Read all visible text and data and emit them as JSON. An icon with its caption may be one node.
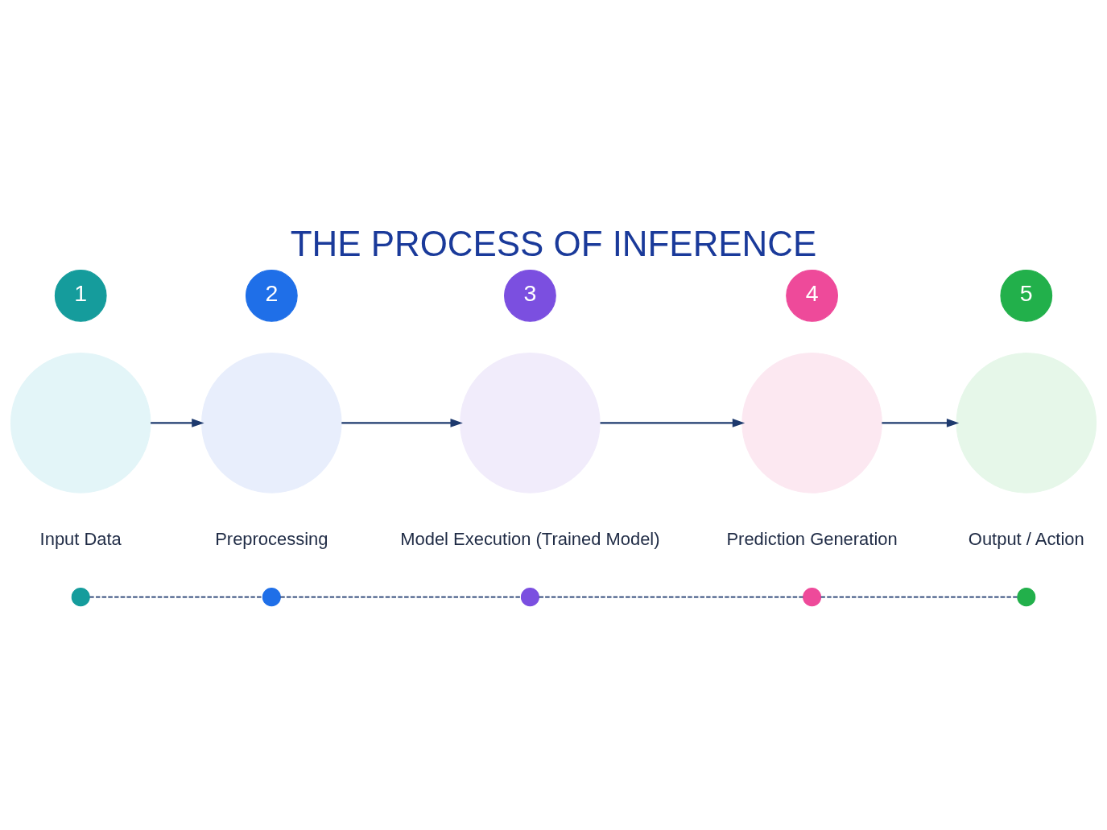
{
  "diagram": {
    "title": "THE PROCESS OF INFERENCE",
    "nodes": [
      {
        "text": [
          "1"
        ]
      },
      {
        "text": [
          "2"
        ]
      },
      {
        "text": [
          "3"
        ]
      },
      {
        "text": [
          "4"
        ]
      },
      {
        "text": [
          "5"
        ]
      },
      {
        "text": [],
        "shape": "circle",
        "beside": [
          "Input Data"
        ]
      },
      {
        "text": [],
        "shape": "circle",
        "beside": [
          "Preprocessing"
        ]
      },
      {
        "text": [],
        "shape": "circle",
        "beside": [
          "Model Execution (Trained Model)"
        ]
      },
      {
        "text": [],
        "shape": "circle",
        "beside": [
          "Prediction Generation"
        ]
      },
      {
        "text": [],
        "shape": "circle",
        "beside": [
          "Output / Action"
        ]
      },
      {
        "text": [],
        "shape": "circle"
      },
      {
        "text": [],
        "shape": "circle"
      },
      {
        "text": [],
        "shape": "circle"
      },
      {
        "text": [],
        "shape": "circle"
      },
      {
        "text": [],
        "shape": "circle"
      }
    ],
    "edges": [
      {
        "from": 5,
        "to": 6,
        "arrow": "to"
      },
      {
        "from": 6,
        "to": 7,
        "arrow": "to"
      },
      {
        "from": 7,
        "to": 8,
        "arrow": "to"
      },
      {
        "from": 8,
        "to": 9,
        "arrow": "to"
      },
      {
        "from": 10,
        "to": 11,
        "arrow": "none",
        "style": "dashed"
      },
      {
        "from": 11,
        "to": 12,
        "arrow": "none",
        "style": "dashed"
      },
      {
        "from": 12,
        "to": 13,
        "arrow": "none",
        "style": "dashed"
      },
      {
        "from": 13,
        "to": 14,
        "arrow": "none",
        "style": "dashed"
      }
    ]
  }
}
